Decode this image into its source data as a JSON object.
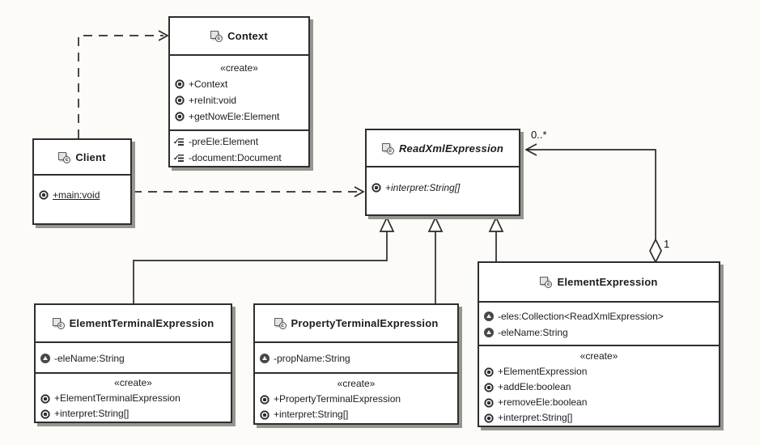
{
  "diagram": {
    "background": "#fcfbf8",
    "line_color": "#2b2b2b",
    "box_fill": "#ffffff",
    "shadow_color": "#979590"
  },
  "classes": {
    "context": {
      "name": "Context",
      "stereotype": "«create»",
      "methods": [
        "+Context",
        "+reInit:void",
        "+getNowEle:Element"
      ],
      "fields": [
        "-preEle:Element",
        "-document:Document"
      ]
    },
    "client": {
      "name": "Client",
      "methods": [
        "+main:void"
      ]
    },
    "readxml": {
      "name": "ReadXmlExpression",
      "methods": [
        "+interpret:String[]"
      ]
    },
    "element_terminal": {
      "name": "ElementTerminalExpression",
      "attributes": [
        "-eleName:String"
      ],
      "stereotype": "«create»",
      "methods": [
        "+ElementTerminalExpression",
        "+interpret:String[]"
      ]
    },
    "property_terminal": {
      "name": "PropertyTerminalExpression",
      "attributes": [
        "-propName:String"
      ],
      "stereotype": "«create»",
      "methods": [
        "+PropertyTerminalExpression",
        "+interpret:String[]"
      ]
    },
    "element_expression": {
      "name": "ElementExpression",
      "attributes": [
        "-eles:Collection<ReadXmlExpression>",
        "-eleName:String"
      ],
      "stereotype": "«create»",
      "methods": [
        "+ElementExpression",
        "+addEle:boolean",
        "+removeEle:boolean",
        "+interpret:String[]"
      ]
    }
  },
  "relations": {
    "aggregation": {
      "target_multiplicity": "0..*",
      "source_multiplicity": "1"
    }
  }
}
